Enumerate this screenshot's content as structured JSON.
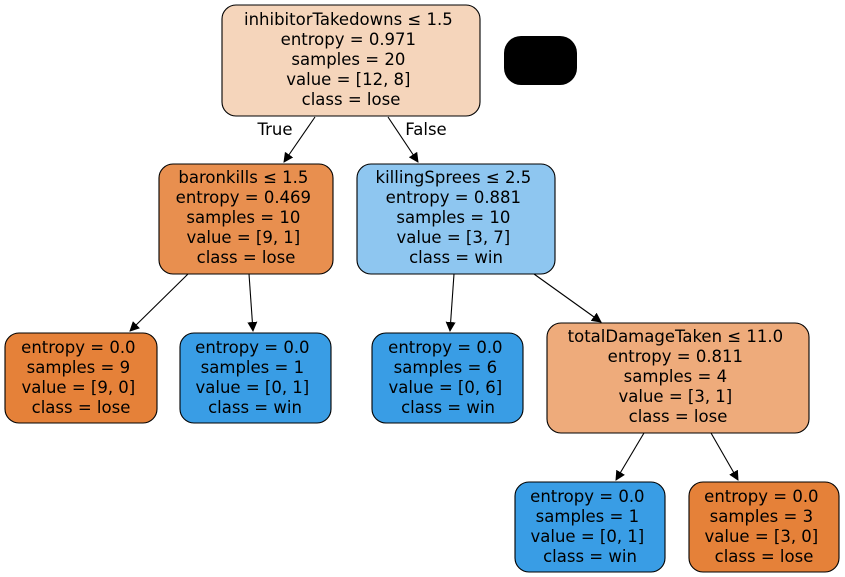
{
  "edge_labels": {
    "true_label": "True",
    "false_label": "False"
  },
  "nodes": [
    {
      "id": "root",
      "lines": [
        "inhibitorTakedowns ≤ 1.5",
        "entropy = 0.971",
        "samples = 20",
        "value = [12, 8]",
        "class = lose"
      ],
      "fill": "#f5d5bb"
    },
    {
      "id": "baronkills",
      "lines": [
        "baronkills ≤ 1.5",
        "entropy = 0.469",
        "samples = 10",
        "value = [9, 1]",
        "class = lose"
      ],
      "fill": "#e88f4f"
    },
    {
      "id": "killingsprees",
      "lines": [
        "killingSprees ≤ 2.5",
        "entropy = 0.881",
        "samples = 10",
        "value = [3, 7]",
        "class = win"
      ],
      "fill": "#8ec6f0"
    },
    {
      "id": "leaf-1",
      "lines": [
        "entropy = 0.0",
        "samples = 9",
        "value = [9, 0]",
        "class = lose"
      ],
      "fill": "#e58139"
    },
    {
      "id": "leaf-2",
      "lines": [
        "entropy = 0.0",
        "samples = 1",
        "value = [0, 1]",
        "class = win"
      ],
      "fill": "#399de5"
    },
    {
      "id": "leaf-3",
      "lines": [
        "entropy = 0.0",
        "samples = 6",
        "value = [0, 6]",
        "class = win"
      ],
      "fill": "#399de5"
    },
    {
      "id": "totaldamagetaken",
      "lines": [
        "totalDamageTaken ≤ 11.0",
        "entropy = 0.811",
        "samples = 4",
        "value = [3, 1]",
        "class = lose"
      ],
      "fill": "#eeab7b"
    },
    {
      "id": "leaf-4",
      "lines": [
        "entropy = 0.0",
        "samples = 1",
        "value = [0, 1]",
        "class = win"
      ],
      "fill": "#399de5"
    },
    {
      "id": "leaf-5",
      "lines": [
        "entropy = 0.0",
        "samples = 3",
        "value = [3, 0]",
        "class = lose"
      ],
      "fill": "#e58139"
    }
  ]
}
